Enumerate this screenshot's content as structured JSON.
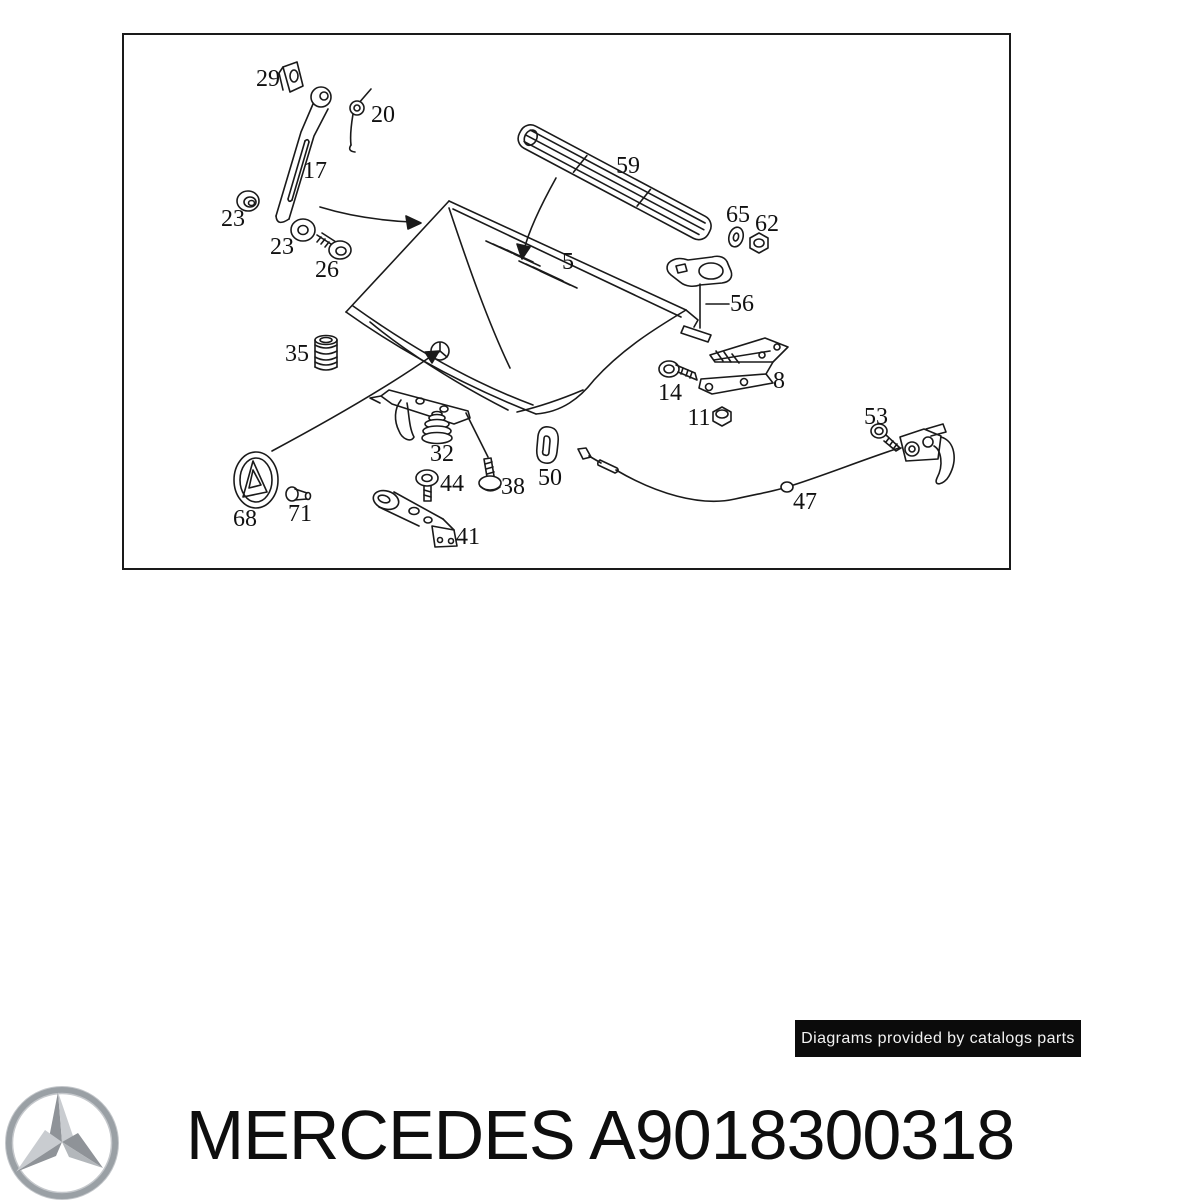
{
  "diagram": {
    "labels": [
      {
        "text": "29"
      },
      {
        "text": "20"
      },
      {
        "text": "17"
      },
      {
        "text": "23"
      },
      {
        "text": "23"
      },
      {
        "text": "26"
      },
      {
        "text": "59"
      },
      {
        "text": "65"
      },
      {
        "text": "62"
      },
      {
        "text": "5"
      },
      {
        "text": "56"
      },
      {
        "text": "14"
      },
      {
        "text": "8"
      },
      {
        "text": "11"
      },
      {
        "text": "53"
      },
      {
        "text": "35"
      },
      {
        "text": "32"
      },
      {
        "text": "44"
      },
      {
        "text": "38"
      },
      {
        "text": "50"
      },
      {
        "text": "47"
      },
      {
        "text": "68"
      },
      {
        "text": "71"
      },
      {
        "text": "41"
      }
    ]
  },
  "watermark": {
    "text": "Diagrams provided by catalogs parts",
    "bg": "#0b0b0b",
    "fg": "#f2f2f2"
  },
  "footer": {
    "title": "MERCEDES A9018300318"
  },
  "icons": {
    "logo": "mercedes-three-pointed-star"
  },
  "colors": {
    "line": "#1a1a1a",
    "frame": "#1a1a1a",
    "background": "#ffffff",
    "logo_silver": "#a8acb1"
  }
}
